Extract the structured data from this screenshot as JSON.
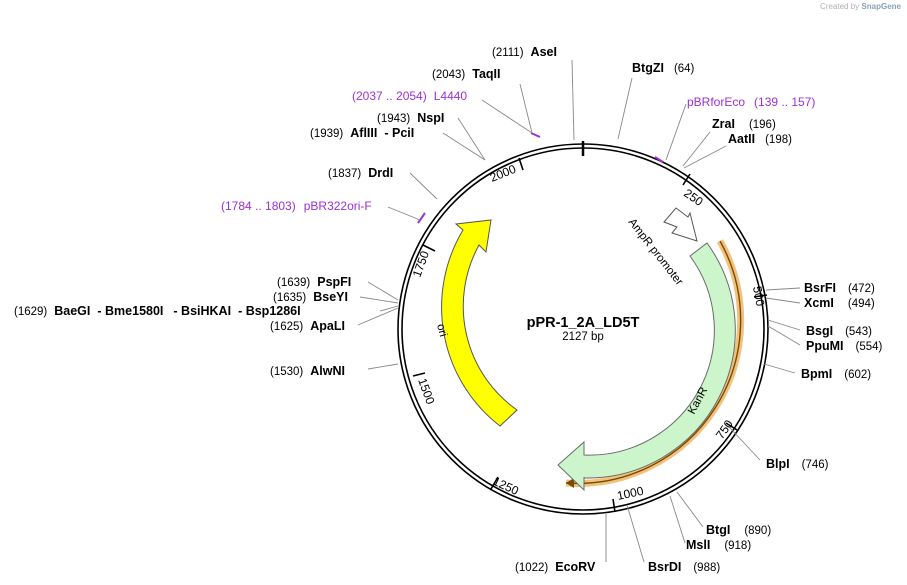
{
  "credit": {
    "prefix": "Created by",
    "brand": "SnapGene"
  },
  "plasmid": {
    "name": "pPR-1_2A_LD5T",
    "size_label": "2127 bp"
  },
  "tick_labels": [
    "250",
    "500",
    "750",
    "1000",
    "1250",
    "1500",
    "1750",
    "2000"
  ],
  "features": {
    "ampr_promoter": "AmpR promoter",
    "kanr": "KanR",
    "ori": "ori"
  },
  "primers": [
    {
      "name": "L4440",
      "range": "(2037 .. 2054)"
    },
    {
      "name": "pBRforEco",
      "range": "(139 .. 157)"
    },
    {
      "name": "pBR322ori-F",
      "range": "(1784 .. 1803)"
    }
  ],
  "sites": [
    {
      "name": "AseI",
      "pos": "(2111)"
    },
    {
      "name": "TaqII",
      "pos": "(2043)"
    },
    {
      "name": "NspI",
      "pos": "(1943)"
    },
    {
      "name": "AflIII",
      "name2": "- PciI",
      "pos": "(1939)"
    },
    {
      "name": "DrdI",
      "pos": "(1837)"
    },
    {
      "name": "PspFI",
      "pos": "(1639)"
    },
    {
      "name": "BseYI",
      "pos": "(1635)"
    },
    {
      "name": "BaeGI",
      "name2": "- Bme1580I",
      "name3": "- BsiHKAI",
      "name4": "- Bsp1286I",
      "pos": "(1629)"
    },
    {
      "name": "ApaLI",
      "pos": "(1625)"
    },
    {
      "name": "AlwNI",
      "pos": "(1530)"
    },
    {
      "name": "BtgZI",
      "pos": "(64)"
    },
    {
      "name": "ZraI",
      "pos": "(196)"
    },
    {
      "name": "AatII",
      "pos": "(198)"
    },
    {
      "name": "BsrFI",
      "pos": "(472)"
    },
    {
      "name": "XcmI",
      "pos": "(494)"
    },
    {
      "name": "BsgI",
      "pos": "(543)"
    },
    {
      "name": "PpuMI",
      "pos": "(554)"
    },
    {
      "name": "BpmI",
      "pos": "(602)"
    },
    {
      "name": "BlpI",
      "pos": "(746)"
    },
    {
      "name": "BtgI",
      "pos": "(890)"
    },
    {
      "name": "MslI",
      "pos": "(918)"
    },
    {
      "name": "BsrDI",
      "pos": "(988)"
    },
    {
      "name": "EcoRV",
      "pos": "(1022)"
    }
  ]
}
